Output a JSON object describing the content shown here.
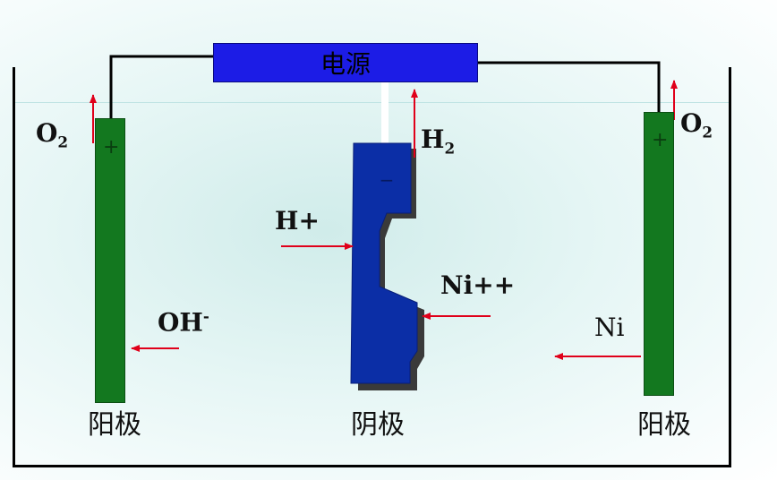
{
  "power_supply": {
    "label": "电源"
  },
  "anode_left": {
    "label": "阳极",
    "terminal": "+",
    "gas": "O",
    "gas_sub": "2",
    "ion": "OH",
    "ion_sup": "-"
  },
  "cathode": {
    "label": "阴极",
    "terminal": "−",
    "gas": "H",
    "gas_sub": "2",
    "ion_h": "H+",
    "ion_ni": "Ni++"
  },
  "anode_right": {
    "label": "阳极",
    "terminal": "+",
    "gas": "O",
    "gas_sub": "2",
    "ion": "Ni"
  },
  "colors": {
    "power": "#1c1ce6",
    "anode": "#13781f",
    "cathode": "#0b2ea6",
    "arrow": "#e0001a",
    "wire": "#000000"
  }
}
